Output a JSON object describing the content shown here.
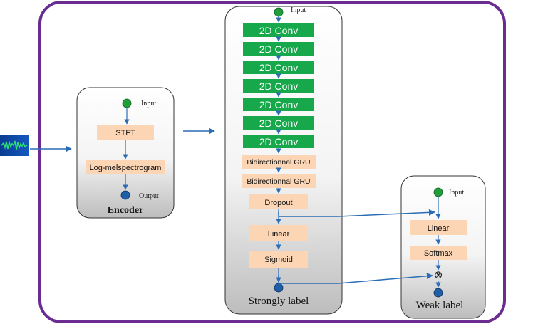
{
  "encoder": {
    "title": "Encoder",
    "input_label": "Input",
    "output_label": "Output",
    "stft": "STFT",
    "logmel": "Log-melspectrogram"
  },
  "strong": {
    "title": "Strongly label",
    "input_label": "Input",
    "conv_layers": [
      "2D Conv",
      "2D Conv",
      "2D Conv",
      "2D Conv",
      "2D Conv",
      "2D Conv",
      "2D Conv"
    ],
    "gru_layers": [
      "Bidirectionnal GRU",
      "Bidirectionnal GRU"
    ],
    "dropout": "Dropout",
    "linear": "Linear",
    "sigmoid": "Sigmoid"
  },
  "weak": {
    "title": "Weak label",
    "input_label": "Input",
    "linear": "Linear",
    "softmax": "Softmax",
    "multiply_symbol": "⊗"
  },
  "colors": {
    "frame": "#6a2c91",
    "arrow": "#2a6db5",
    "conv_fill": "#16a84a",
    "layer_fill": "#fcd5b4",
    "input_node": "#1f9e3a",
    "output_node": "#1f5fa8",
    "waveform": "#2bb673"
  }
}
